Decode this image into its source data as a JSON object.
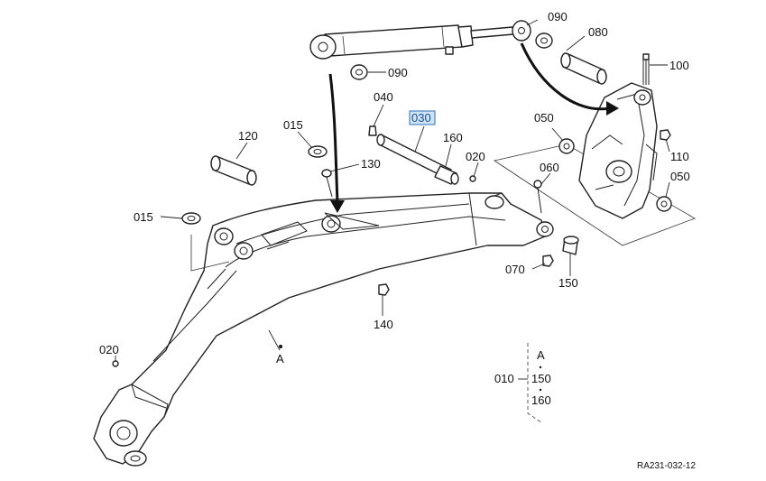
{
  "labels": {
    "p090a": "090",
    "p080": "080",
    "p100": "100",
    "p090b": "090",
    "p040": "040",
    "p030": "030",
    "p050a": "050",
    "p015a": "015",
    "p120": "120",
    "p160": "160",
    "p130": "130",
    "p020a": "020",
    "p060": "060",
    "p110": "110",
    "p050b": "050",
    "p015b": "015",
    "p070": "070",
    "p150": "150",
    "p140": "140",
    "pA": "A",
    "p020b": "020"
  },
  "kit": {
    "parent": "010",
    "items": [
      "A",
      "150",
      "160"
    ]
  },
  "highlighted_part": "030",
  "diagram_code": "RA231-032-12"
}
